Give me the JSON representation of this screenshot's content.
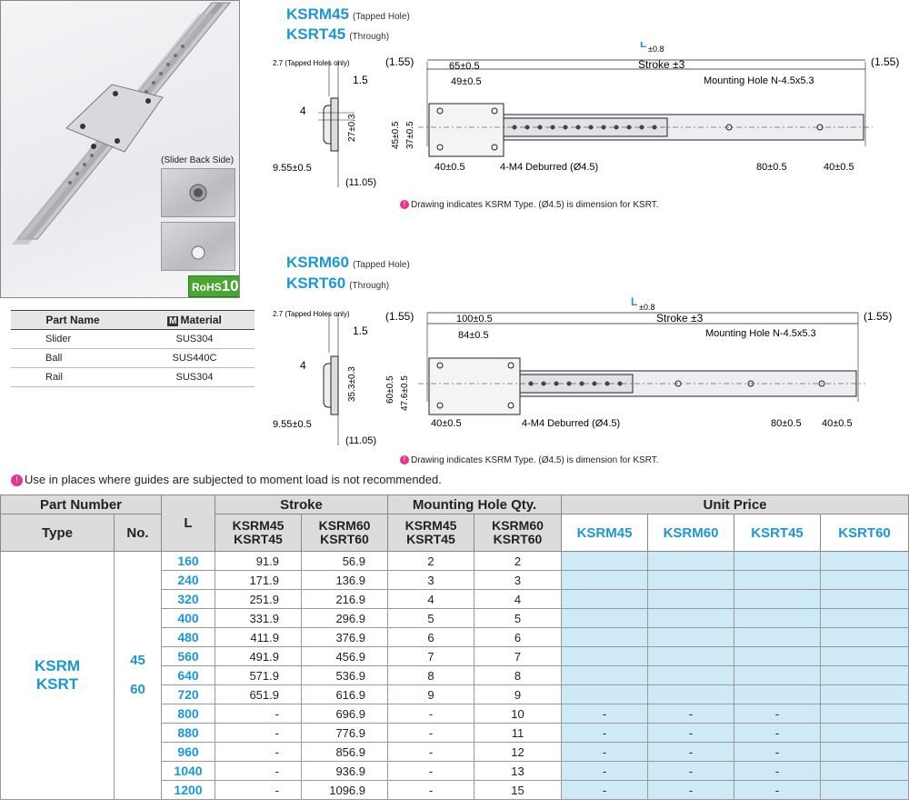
{
  "photo": {
    "back_side_label": "(Slider Back Side)",
    "rohs_prefix": "RoHS",
    "rohs_num": "10"
  },
  "material_table": {
    "headers": [
      "Part Name",
      "Material"
    ],
    "material_icon": "M",
    "rows": [
      [
        "Slider",
        "SUS304"
      ],
      [
        "Ball",
        "SUS440C"
      ],
      [
        "Rail",
        "SUS304"
      ]
    ]
  },
  "drawing1": {
    "title_a": "KSRM45",
    "title_a_sub": "(Tapped Hole)",
    "title_b": "KSRT45",
    "title_b_sub": "(Through)",
    "dim_27": "2.7 (Tapped Holes only)",
    "dim_15": "1.5",
    "dim_4": "4",
    "dim_h1": "27±0.3",
    "dim_955": "9.55±0.5",
    "dim_1105": "(11.05)",
    "L": "L",
    "L_tol": "±0.8",
    "dim_155l": "(1.55)",
    "dim_155r": "(1.55)",
    "dim_pitch": "65±0.5",
    "dim_inner": "49±0.5",
    "stroke": "Stroke ±3",
    "mounting": "Mounting Hole N-4.5x5.3",
    "dim_height": "45±0.5",
    "dim_height2": "37±0.5",
    "dim_40a": "40±0.5",
    "tapped": "4-M4 Deburred (Ø4.5)",
    "dim_80": "80±0.5",
    "dim_40b": "40±0.5",
    "note": "Drawing indicates KSRM Type. (Ø4.5) is dimension for KSRT."
  },
  "drawing2": {
    "title_a": "KSRM60",
    "title_a_sub": "(Tapped Hole)",
    "title_b": "KSRT60",
    "title_b_sub": "(Through)",
    "dim_27": "2.7 (Tapped Holes only)",
    "dim_15": "1.5",
    "dim_4": "4",
    "dim_h1": "35.3±0.3",
    "dim_955": "9.55±0.5",
    "dim_1105": "(11.05)",
    "L": "L",
    "L_tol": "±0.8",
    "dim_155l": "(1.55)",
    "dim_155r": "(1.55)",
    "dim_pitch": "100±0.5",
    "dim_inner": "84±0.5",
    "stroke": "Stroke ±3",
    "mounting": "Mounting Hole N-4.5x5.3",
    "dim_height": "60±0.5",
    "dim_height2": "47.6±0.5",
    "dim_40a": "40±0.5",
    "tapped": "4-M4 Deburred (Ø4.5)",
    "dim_80": "80±0.5",
    "dim_40b": "40±0.5",
    "note": "Drawing indicates KSRM Type. (Ø4.5) is dimension for KSRT."
  },
  "main_note": "Use in places where guides are subjected to moment load is not recommended.",
  "spec": {
    "h_part_number": "Part Number",
    "h_type": "Type",
    "h_no": "No.",
    "h_L": "L",
    "h_stroke": "Stroke",
    "h_qty": "Mounting Hole Qty.",
    "h_price": "Unit Price",
    "stroke_cols": [
      [
        "KSRM45",
        "KSRT45"
      ],
      [
        "KSRM60",
        "KSRT60"
      ]
    ],
    "qty_cols": [
      [
        "KSRM45",
        "KSRT45"
      ],
      [
        "KSRM60",
        "KSRT60"
      ]
    ],
    "price_cols": [
      "KSRM45",
      "KSRM60",
      "KSRT45",
      "KSRT60"
    ],
    "type_lines": [
      "KSRM",
      "KSRT"
    ],
    "no_values": [
      "45",
      "60"
    ],
    "rows": [
      {
        "L": "160",
        "s45": "91.9",
        "s60": "56.9",
        "q45": "2",
        "q60": "2",
        "p": [
          "",
          "",
          "",
          ""
        ]
      },
      {
        "L": "240",
        "s45": "171.9",
        "s60": "136.9",
        "q45": "3",
        "q60": "3",
        "p": [
          "",
          "",
          "",
          ""
        ]
      },
      {
        "L": "320",
        "s45": "251.9",
        "s60": "216.9",
        "q45": "4",
        "q60": "4",
        "p": [
          "",
          "",
          "",
          ""
        ]
      },
      {
        "L": "400",
        "s45": "331.9",
        "s60": "296.9",
        "q45": "5",
        "q60": "5",
        "p": [
          "",
          "",
          "",
          ""
        ]
      },
      {
        "L": "480",
        "s45": "411.9",
        "s60": "376.9",
        "q45": "6",
        "q60": "6",
        "p": [
          "",
          "",
          "",
          ""
        ]
      },
      {
        "L": "560",
        "s45": "491.9",
        "s60": "456.9",
        "q45": "7",
        "q60": "7",
        "p": [
          "",
          "",
          "",
          ""
        ]
      },
      {
        "L": "640",
        "s45": "571.9",
        "s60": "536.9",
        "q45": "8",
        "q60": "8",
        "p": [
          "",
          "",
          "",
          ""
        ]
      },
      {
        "L": "720",
        "s45": "651.9",
        "s60": "616.9",
        "q45": "9",
        "q60": "9",
        "p": [
          "",
          "",
          "",
          ""
        ]
      },
      {
        "L": "800",
        "s45": "-",
        "s60": "696.9",
        "q45": "-",
        "q60": "10",
        "p": [
          "-",
          "-",
          "-",
          ""
        ]
      },
      {
        "L": "880",
        "s45": "-",
        "s60": "776.9",
        "q45": "-",
        "q60": "11",
        "p": [
          "-",
          "-",
          "-",
          ""
        ]
      },
      {
        "L": "960",
        "s45": "-",
        "s60": "856.9",
        "q45": "-",
        "q60": "12",
        "p": [
          "-",
          "-",
          "-",
          ""
        ]
      },
      {
        "L": "1040",
        "s45": "-",
        "s60": "936.9",
        "q45": "-",
        "q60": "13",
        "p": [
          "-",
          "-",
          "-",
          ""
        ]
      },
      {
        "L": "1200",
        "s45": "-",
        "s60": "1096.9",
        "q45": "-",
        "q60": "15",
        "p": [
          "-",
          "-",
          "-",
          ""
        ]
      }
    ]
  }
}
